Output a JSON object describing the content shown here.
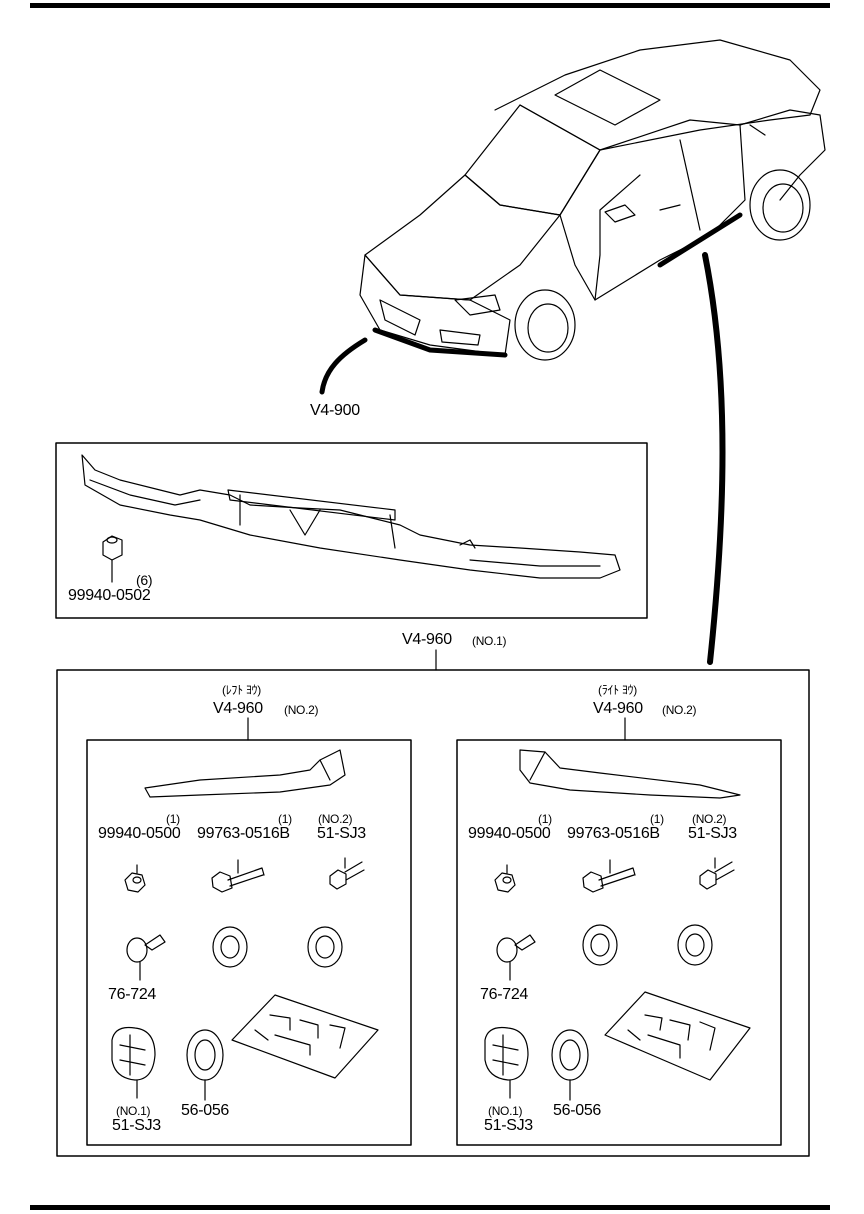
{
  "diagram": {
    "main_labels": {
      "front_spoiler": "V4-900",
      "side_set": "V4-960",
      "side_set_no": "(NO.1)"
    },
    "front_box": {
      "part": "99940-0502",
      "qty": "(6)"
    },
    "left_panel": {
      "header_jp": "(ﾚﾌﾄ ﾖｳ)",
      "header_code": "V4-960",
      "header_no": "(NO.2)",
      "parts": {
        "p1_qty": "(1)",
        "p1_code": "99940-0500",
        "p2_qty": "(1)",
        "p2_code": "99763-0516B",
        "p3_qty": "(NO.2)",
        "p3_code": "51-SJ3",
        "p4_code": "76-724",
        "p5_no": "(NO.1)",
        "p5_code": "51-SJ3",
        "p6_code": "56-056"
      }
    },
    "right_panel": {
      "header_jp": "(ﾗｲﾄ ﾖｳ)",
      "header_code": "V4-960",
      "header_no": "(NO.2)",
      "parts": {
        "p1_qty": "(1)",
        "p1_code": "99940-0500",
        "p2_qty": "(1)",
        "p2_code": "99763-0516B",
        "p3_qty": "(NO.2)",
        "p3_code": "51-SJ3",
        "p4_code": "76-724",
        "p5_no": "(NO.1)",
        "p5_code": "51-SJ3",
        "p6_code": "56-056"
      }
    }
  }
}
